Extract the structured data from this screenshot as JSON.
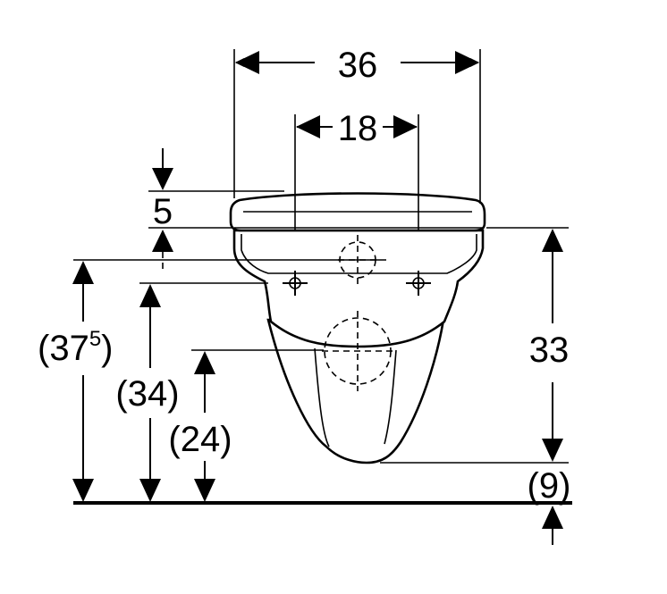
{
  "dimensions": {
    "overall_width": "36",
    "bolt_spacing": "18",
    "seat_offset": "5",
    "overall_height": "33",
    "seat_height": "(37",
    "seat_height_superscript": "5",
    "seat_height_close": ")",
    "fixing_height": "(34)",
    "drain_height": "(24)",
    "bottom_clearance": "(9)"
  }
}
